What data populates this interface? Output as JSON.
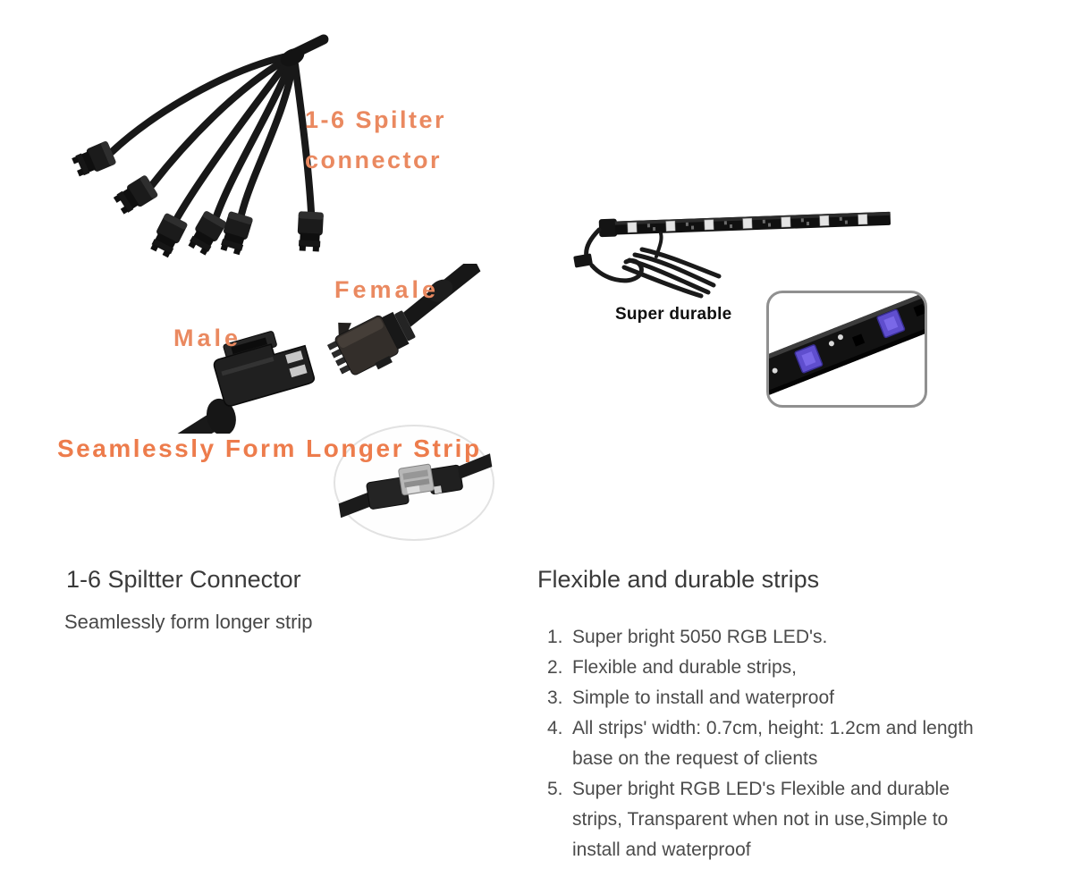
{
  "annotations": {
    "splitter_label_line1": "1-6 Spilter",
    "splitter_label_line2": "connector",
    "male_label": "Male",
    "female_label": "Female",
    "seamless_label": "Seamlessly Form Longer Strip",
    "super_durable_label": "Super durable"
  },
  "sections": {
    "left": {
      "title": "1-6 Spiltter Connector",
      "subtitle": "Seamlessly form longer strip"
    },
    "right": {
      "title": "Flexible and durable strips",
      "items": [
        {
          "num": "1.",
          "text": "Super bright 5050 RGB LED's."
        },
        {
          "num": "2.",
          "text": "Flexible and durable strips,"
        },
        {
          "num": "3.",
          "text": "Simple to install and waterproof"
        },
        {
          "num": "4.",
          "text": "All strips' width: 0.7cm, height: 1.2cm and length base on the request of clients"
        },
        {
          "num": "5.",
          "text": "Super bright RGB LED's Flexible and durable strips, Transparent when not in use,Simple to install and waterproof"
        }
      ]
    }
  },
  "illustrations": {
    "splitter_cable": "1-to-6 splitter cable photo",
    "male_connector": "male connector photo",
    "female_connector": "female connector photo",
    "seamless_joint": "two strips joined by clip photo",
    "led_strip": "black LED strip with wire photo",
    "strip_closeup": "LED strip close-up in rounded box"
  },
  "colors": {
    "accent_orange": "#EA8960",
    "seamless_orange": "#ED7C4C",
    "heading_text": "#3A3A3A",
    "body_text": "#4B4B4B",
    "led_purple": "#5F4ECE",
    "box_border": "#909090"
  }
}
